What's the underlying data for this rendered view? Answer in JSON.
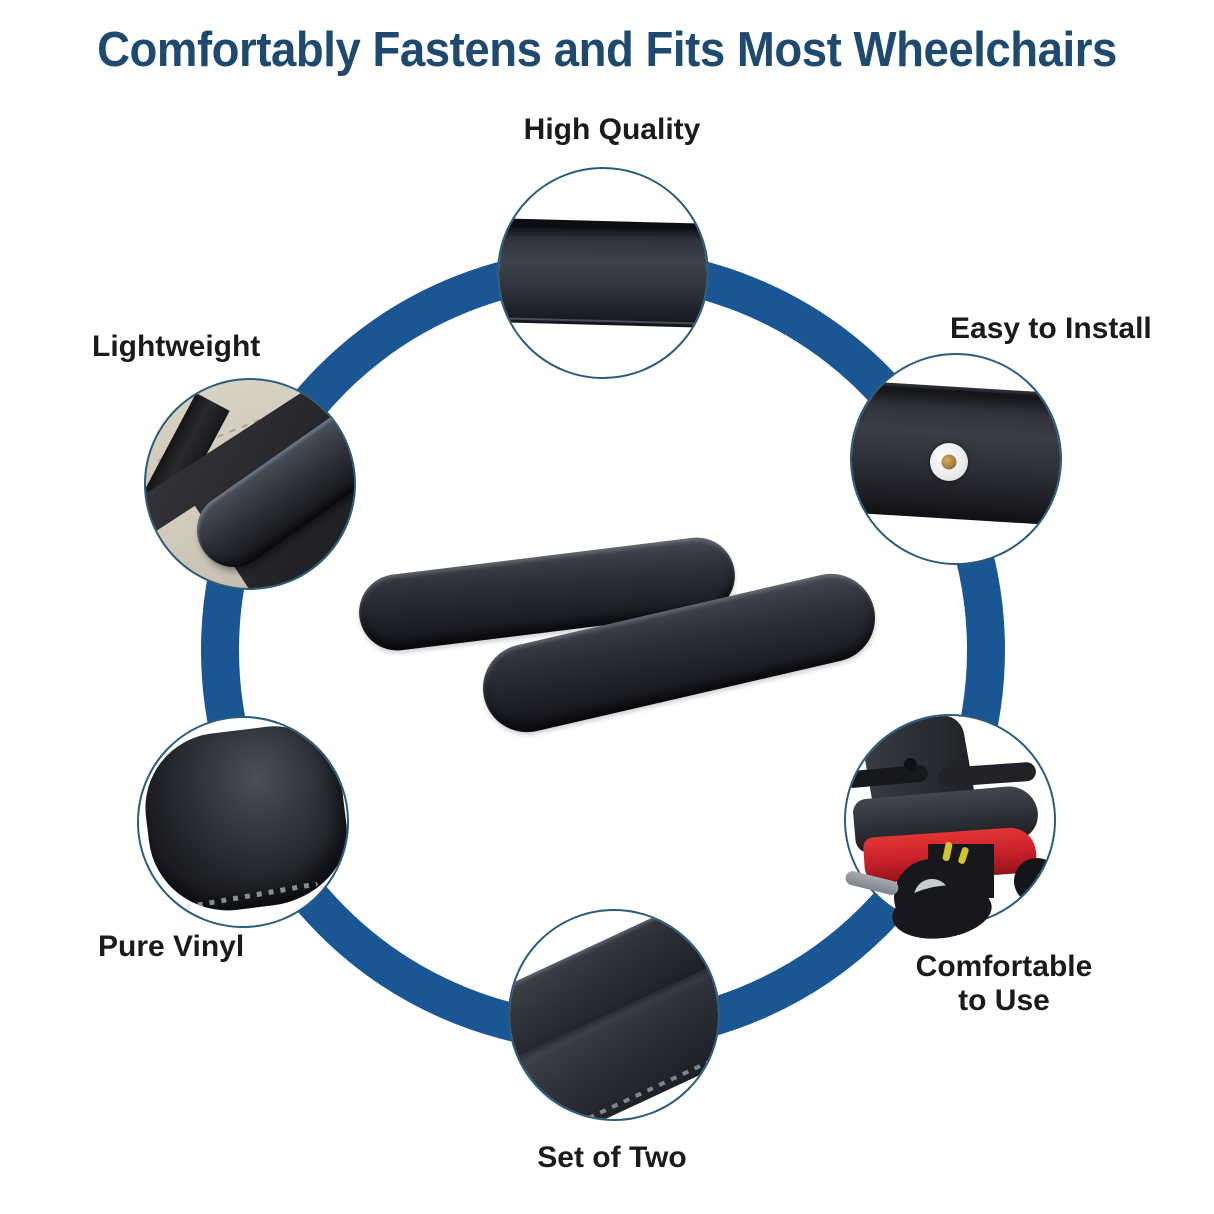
{
  "title": {
    "text": "Comfortably Fastens and Fits Most Wheelchairs"
  },
  "features": [
    {
      "key": "high-quality",
      "label": "High Quality",
      "image": "armrest-pad-edge-closeup"
    },
    {
      "key": "easy-to-install",
      "label": "Easy to Install",
      "image": "armrest-underside-screw-hole-closeup"
    },
    {
      "key": "lightweight",
      "label": "Lightweight",
      "image": "armrest-mounted-on-frame-closeup"
    },
    {
      "key": "pure-vinyl",
      "label": "Pure Vinyl",
      "image": "vinyl-cushion-corner-closeup"
    },
    {
      "key": "comfortable-to-use",
      "label": "Comfortable to Use",
      "line1": "Comfortable",
      "line2": "to Use",
      "image": "power-wheelchair-photo"
    },
    {
      "key": "set-of-two",
      "label": "Set of Two",
      "image": "two-armrest-pads-closeup"
    }
  ],
  "center_image": "pair-of-black-vinyl-armrest-pads",
  "colors": {
    "ring_blue": "#1A5694",
    "title_navy": "#1F4A70",
    "label_black": "#1B1B1D",
    "circle_border": "#2B5C7D",
    "wheelchair_red": "#C8202A",
    "hub_silver": "#C8CBD0",
    "lever_yellow": "#D2C42E",
    "screw_brass": "#A97F3F",
    "floor_beige": "#CFC8B8"
  }
}
